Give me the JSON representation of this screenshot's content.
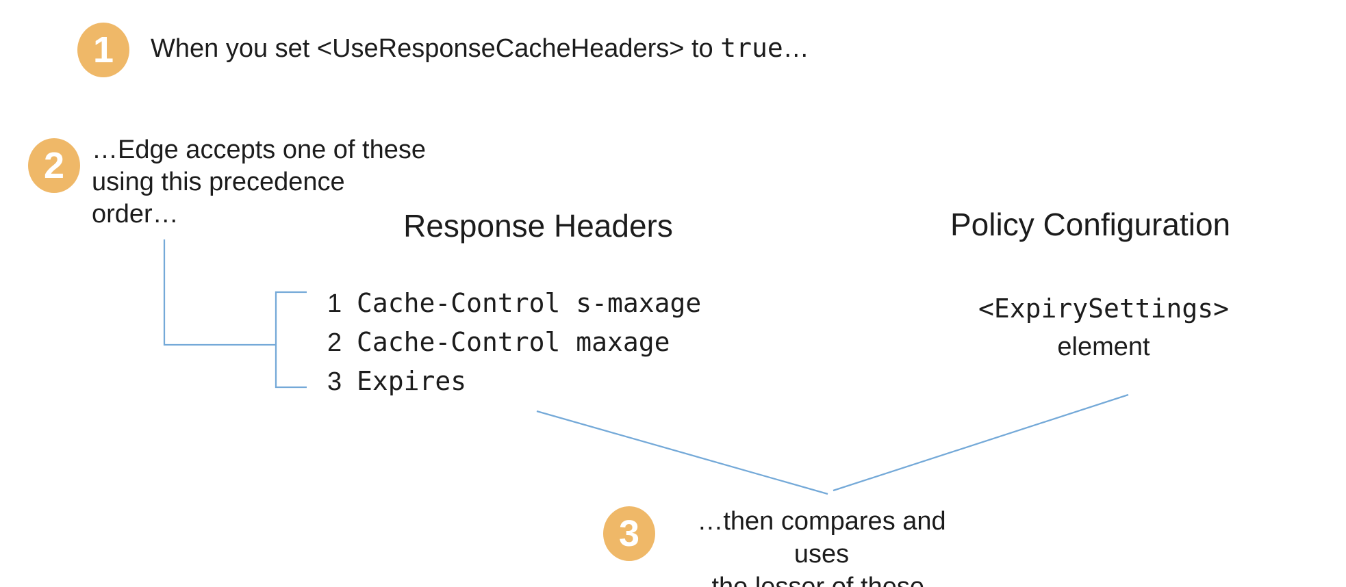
{
  "colors": {
    "badge": "#EFB868",
    "connector": "#74A9D8",
    "text": "#1c1c1c"
  },
  "steps": {
    "step1": {
      "badge": "1",
      "text_prefix": "When you set <UseResponseCacheHeaders> to ",
      "text_code": "true",
      "text_suffix": "…"
    },
    "step2": {
      "badge": "2",
      "lines": {
        "0": "…Edge accepts one of these",
        "1": "using this precedence",
        "2": "order…"
      }
    },
    "step3": {
      "badge": "3",
      "lines": {
        "0": "…then compares and uses",
        "1": "the lesser of these."
      }
    }
  },
  "response_headers": {
    "title": "Response Headers",
    "items": [
      {
        "num": "1",
        "code": "Cache-Control s-maxage"
      },
      {
        "num": "2",
        "code": "Cache-Control maxage"
      },
      {
        "num": "3",
        "code": "Expires"
      }
    ]
  },
  "policy_configuration": {
    "title": "Policy Configuration",
    "code": "<ExpirySettings>",
    "label": "element"
  }
}
